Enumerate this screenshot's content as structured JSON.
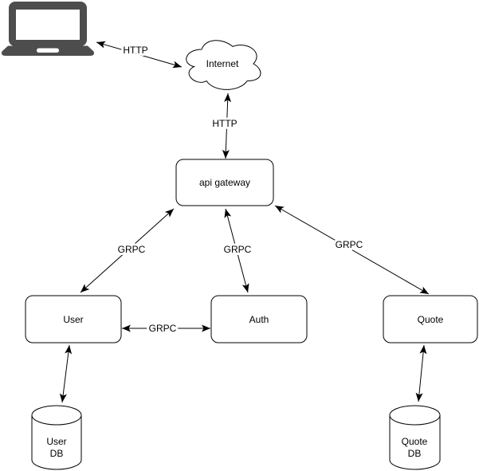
{
  "diagram": {
    "background": "#ffffff",
    "colors": {
      "stroke": "#000000",
      "text": "#000000",
      "node_fill": "#ffffff",
      "laptop_fill": "#4d4d4d",
      "label_halo": "#ffffff"
    },
    "nodes": {
      "laptop": {
        "type": "icon",
        "icon": "laptop-icon"
      },
      "internet": {
        "type": "cloud",
        "label": "Internet"
      },
      "api_gateway": {
        "type": "rounded-box",
        "label": "api gateway"
      },
      "user": {
        "type": "rounded-box",
        "label": "User"
      },
      "auth": {
        "type": "rounded-box",
        "label": "Auth"
      },
      "quote": {
        "type": "rounded-box",
        "label": "Quote"
      },
      "user_db": {
        "type": "cylinder",
        "label_lines": [
          "User",
          "DB"
        ]
      },
      "quote_db": {
        "type": "cylinder",
        "label_lines": [
          "Quote",
          "DB"
        ]
      }
    },
    "edges": {
      "laptop_internet": {
        "from": "laptop",
        "to": "internet",
        "label": "HTTP",
        "arrows": "both"
      },
      "internet_api_gateway": {
        "from": "internet",
        "to": "api_gateway",
        "label": "HTTP",
        "arrows": "both"
      },
      "api_gateway_user": {
        "from": "api_gateway",
        "to": "user",
        "label": "GRPC",
        "arrows": "both"
      },
      "api_gateway_auth": {
        "from": "api_gateway",
        "to": "auth",
        "label": "GRPC",
        "arrows": "both"
      },
      "api_gateway_quote": {
        "from": "api_gateway",
        "to": "quote",
        "label": "GRPC",
        "arrows": "both"
      },
      "user_auth": {
        "from": "user",
        "to": "auth",
        "label": "GRPC",
        "arrows": "both"
      },
      "user_user_db": {
        "from": "user",
        "to": "user_db",
        "label": "",
        "arrows": "both"
      },
      "quote_quote_db": {
        "from": "quote",
        "to": "quote_db",
        "label": "",
        "arrows": "both"
      }
    }
  }
}
